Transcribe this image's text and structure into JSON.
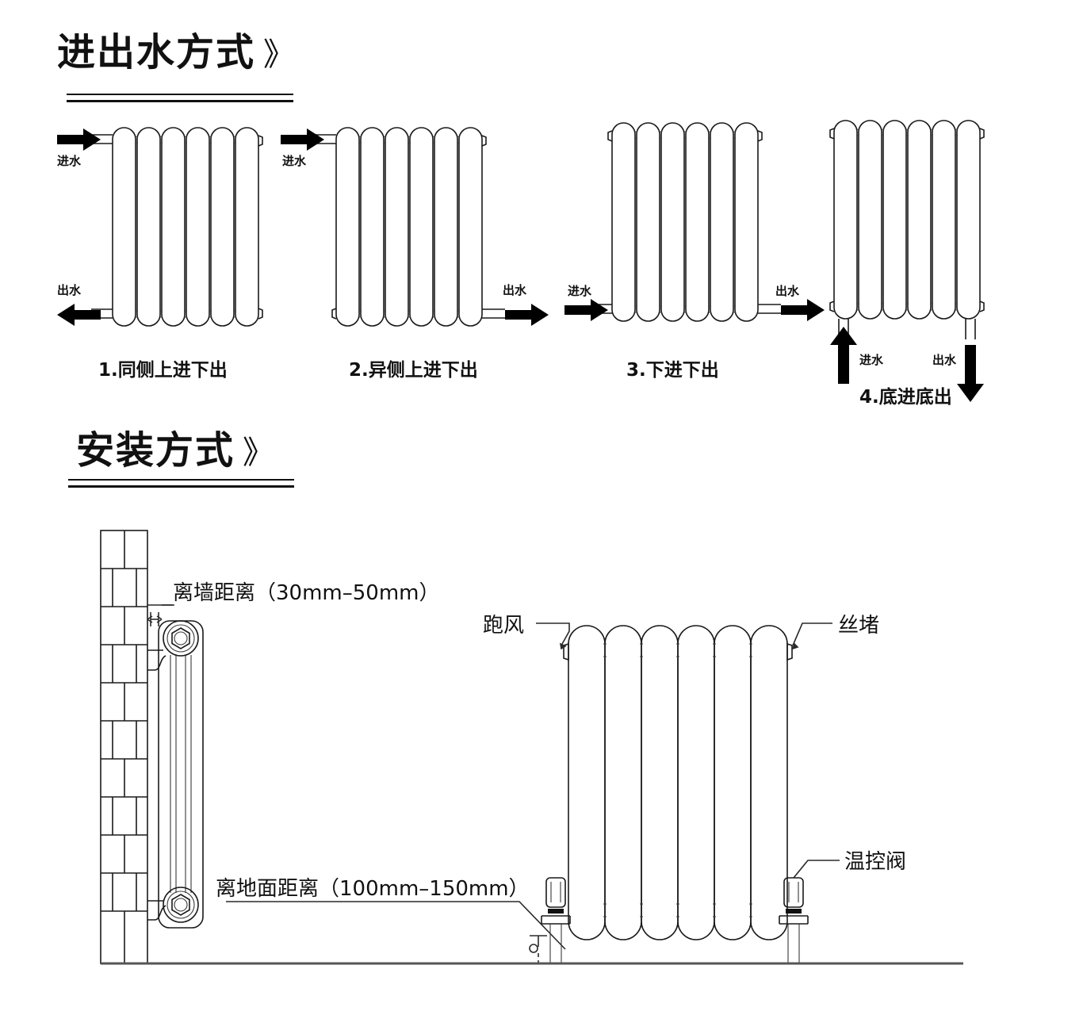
{
  "sections": [
    {
      "id": "water-flow",
      "title": "进出水方式",
      "chevron": "》"
    },
    {
      "id": "installation",
      "title": "安装方式",
      "chevron": "》"
    }
  ],
  "flow_diagrams": [
    {
      "caption": "1.同侧上进下出",
      "inlet_label": "进水",
      "outlet_label": "出水",
      "inlet_position": "top-left",
      "outlet_position": "bottom-left",
      "tube_count": 6
    },
    {
      "caption": "2.异侧上进下出",
      "inlet_label": "进水",
      "outlet_label": "出水",
      "inlet_position": "top-left",
      "outlet_position": "bottom-right",
      "tube_count": 6
    },
    {
      "caption": "3.下进下出",
      "inlet_label": "进水",
      "outlet_label": "出水",
      "inlet_position": "bottom-left",
      "outlet_position": "bottom-right",
      "tube_count": 6
    },
    {
      "caption": "4.底进底出",
      "inlet_label": "进水",
      "outlet_label": "出水",
      "inlet_position": "bottom-up",
      "outlet_position": "bottom-down",
      "tube_count": 6
    }
  ],
  "installation": {
    "wall_distance_label": "离墙距离（30mm–50mm）",
    "floor_distance_label": "离地面距离（100mm–150mm）",
    "vent_label": "跑风",
    "plug_label": "丝堵",
    "valve_label": "温控阀",
    "front_tube_count": 6
  },
  "colors": {
    "line": "#1a1a1a",
    "thin_line": "#3a3a3a",
    "text": "#111111",
    "floor": "#555555",
    "background": "#ffffff"
  }
}
